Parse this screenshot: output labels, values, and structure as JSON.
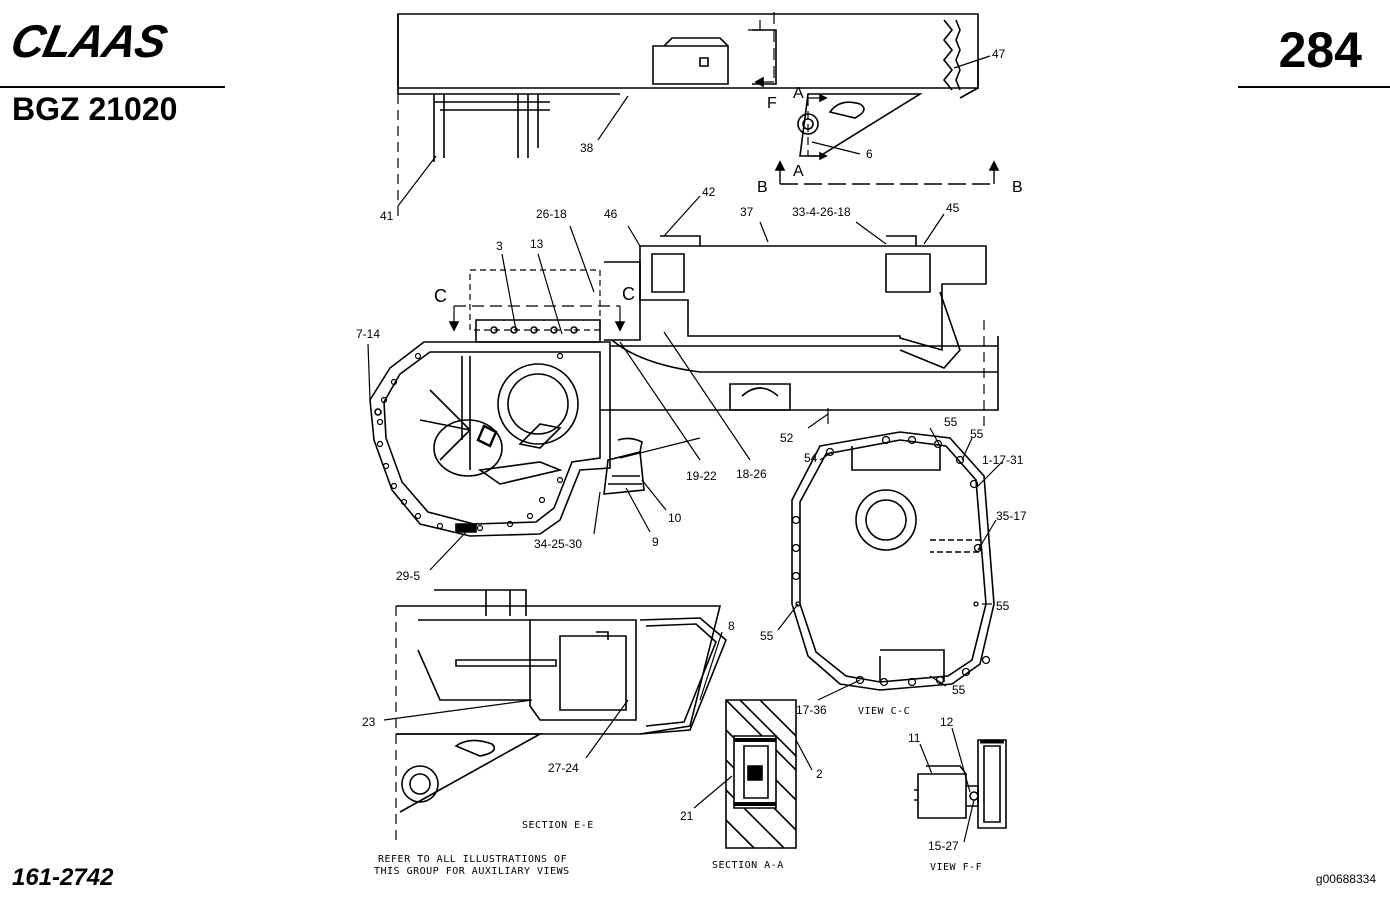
{
  "header": {
    "brand": "CLAAS",
    "model": "BGZ 21020",
    "page_number": "284"
  },
  "footer": {
    "drawing_number": "161-2742",
    "image_id": "g00688334",
    "note_line1": "REFER TO ALL ILLUSTRATIONS OF",
    "note_line2": "THIS GROUP FOR AUXILIARY VIEWS"
  },
  "views": {
    "section_e": "SECTION E-E",
    "section_a": "SECTION A-A",
    "view_c": "VIEW C-C",
    "view_f": "VIEW F-F"
  },
  "markers": {
    "a": "A",
    "b": "B",
    "c": "C",
    "f": "F"
  },
  "callouts": {
    "c47": "47",
    "c38": "38",
    "c41": "41",
    "c6": "6",
    "c42": "42",
    "c37": "37",
    "c33_4_26_18": "33-4-26-18",
    "c45": "45",
    "c46": "46",
    "c26_18": "26-18",
    "c13": "13",
    "c3": "3",
    "c7_14": "7-14",
    "c52": "52",
    "c55": "55",
    "c54": "54",
    "c1_17_31": "1-17-31",
    "c35_17": "35-17",
    "c19_22": "19-22",
    "c18_26": "18-26",
    "c10": "10",
    "c9": "9",
    "c34_25_30": "34-25-30",
    "c29_5": "29-5",
    "c8": "8",
    "c23": "23",
    "c27_24": "27-24",
    "c17_36": "17-36",
    "c2": "2",
    "c21": "21",
    "c11": "11",
    "c12": "12",
    "c15_27": "15-27"
  }
}
